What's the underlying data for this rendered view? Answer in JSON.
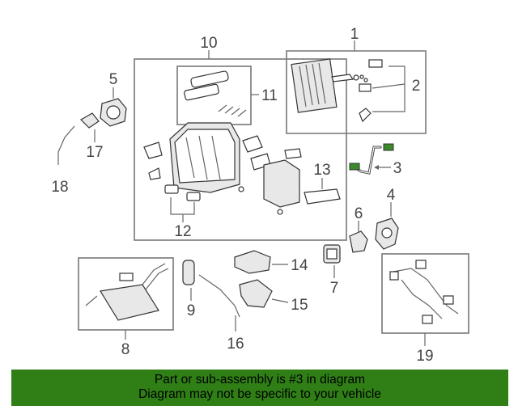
{
  "callouts": {
    "c1": "1",
    "c2": "2",
    "c3": "3",
    "c4": "4",
    "c5": "5",
    "c6": "6",
    "c7": "7",
    "c8": "8",
    "c9": "9",
    "c10": "10",
    "c11": "11",
    "c12": "12",
    "c13": "13",
    "c14": "14",
    "c15": "15",
    "c16": "16",
    "c17": "17",
    "c18": "18",
    "c19": "19"
  },
  "banner": {
    "line1": "Part or sub-assembly is #3 in diagram",
    "line2": "Diagram may not be specific to your vehicle",
    "color": "#2f7f16"
  },
  "highlight_color": "#3a8a2a"
}
